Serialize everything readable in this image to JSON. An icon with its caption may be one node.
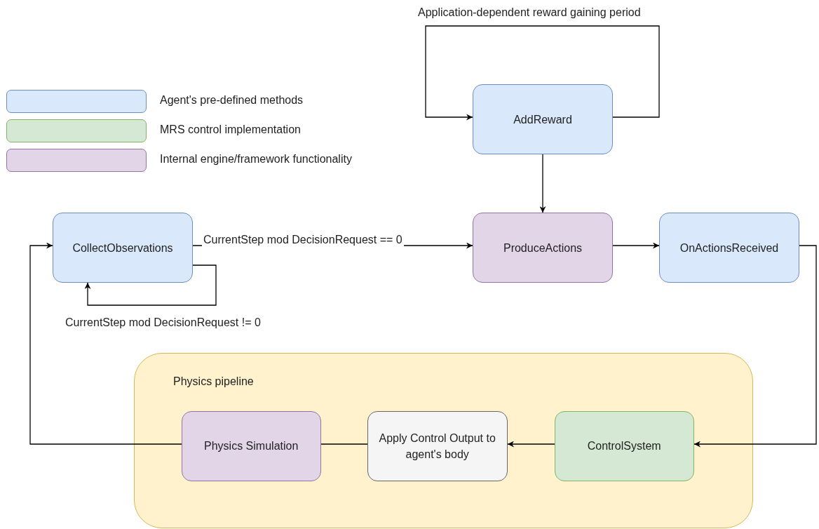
{
  "diagram": {
    "nodes": [
      {
        "text": [
          "AddReward"
        ]
      },
      {
        "text": [
          "CollectObservations"
        ]
      },
      {
        "text": [
          "ProduceActions"
        ]
      },
      {
        "text": [
          "OnActionsReceived"
        ]
      },
      {
        "text": [
          "Physics pipeline"
        ]
      },
      {
        "text": [
          "Physics Simulation"
        ],
        "in": 4
      },
      {
        "text": [
          "Apply Control Output to agent's body"
        ],
        "in": 4
      },
      {
        "text": [
          "ControlSystem"
        ],
        "in": 4
      }
    ],
    "edges": [
      {
        "from": 0,
        "to": 0,
        "arrow": "to",
        "label": "Application-dependent reward gaining period"
      },
      {
        "from": 0,
        "to": 2,
        "arrow": "to"
      },
      {
        "from": 1,
        "to": 2,
        "arrow": "to",
        "label": "CurrentStep mod DecisionRequest == 0"
      },
      {
        "from": 1,
        "to": 1,
        "arrow": "to",
        "label": "CurrentStep mod DecisionRequest != 0"
      },
      {
        "from": 2,
        "to": 3,
        "arrow": "to"
      },
      {
        "from": 3,
        "to": 7,
        "arrow": "to"
      },
      {
        "from": 7,
        "to": 6,
        "arrow": "to"
      },
      {
        "from": 6,
        "to": 5,
        "arrow": "none"
      },
      {
        "from": 5,
        "to": 1,
        "arrow": "to"
      }
    ],
    "legend": [
      {
        "text": "Agent's pre-defined methods",
        "color": "#dae8fc"
      },
      {
        "text": "MRS control implementation",
        "color": "#d5e8d4"
      },
      {
        "text": "Internal engine/framework functionality",
        "color": "#e1d5e7"
      }
    ]
  }
}
